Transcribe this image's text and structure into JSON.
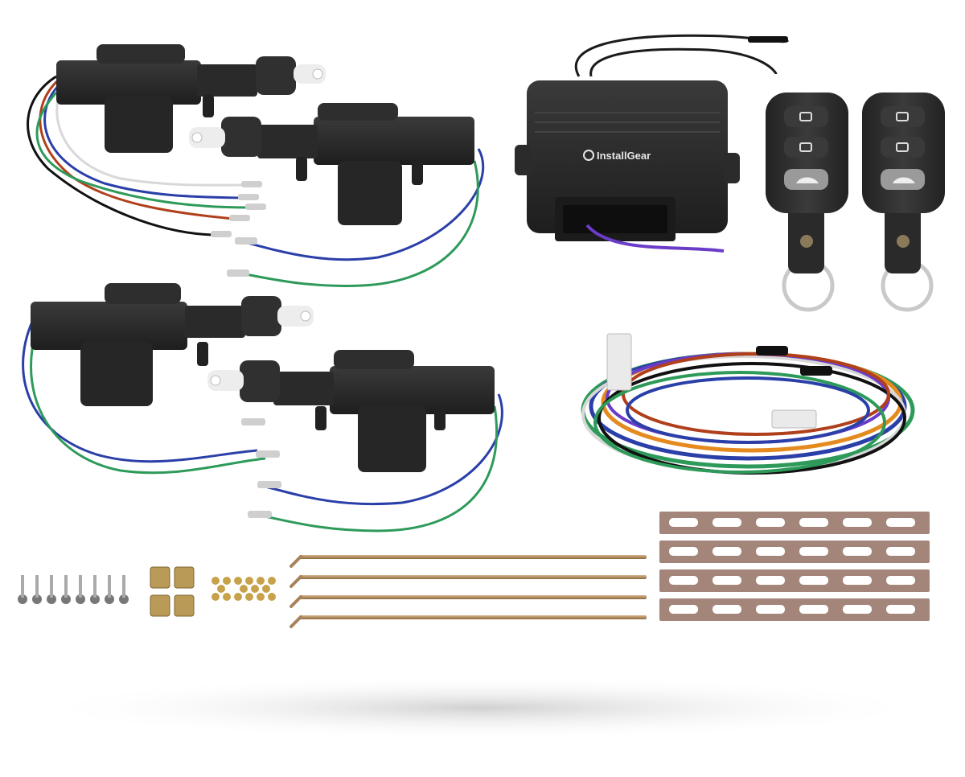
{
  "product": {
    "brand_label": "InstallGear"
  },
  "components": [
    {
      "name": "door-lock-actuator",
      "count": 4
    },
    {
      "name": "control-module",
      "count": 1
    },
    {
      "name": "remote-key-fob",
      "count": 2
    },
    {
      "name": "wiring-harness",
      "count": 1
    },
    {
      "name": "mounting-screw",
      "count": 8
    },
    {
      "name": "rod-clamp",
      "count": 4
    },
    {
      "name": "clamp-screw",
      "count": 16
    },
    {
      "name": "lock-rod",
      "count": 4
    },
    {
      "name": "mounting-bracket",
      "count": 4
    }
  ],
  "remote_buttons": [
    "lock-icon",
    "unlock-icon",
    "trunk-icon"
  ],
  "colors": {
    "actuator": "#2b2b2b",
    "actuator_shade": "#1c1c1c",
    "module": "#262626",
    "fob": "#2e2e2e",
    "fob_button": "#3a3a3a",
    "trunk_button": "#9a9a9a",
    "keyring": "#c9c9c9",
    "rod": "#b08a5a",
    "bracket": "#9c7b6e",
    "wire_blue": "#2b3fa8",
    "wire_green": "#2e9a5a",
    "wire_red": "#b0401c",
    "wire_white": "#d8d8d8",
    "wire_black": "#111111",
    "wire_orange": "#e58a1f",
    "wire_purple": "#6b3cc8"
  }
}
